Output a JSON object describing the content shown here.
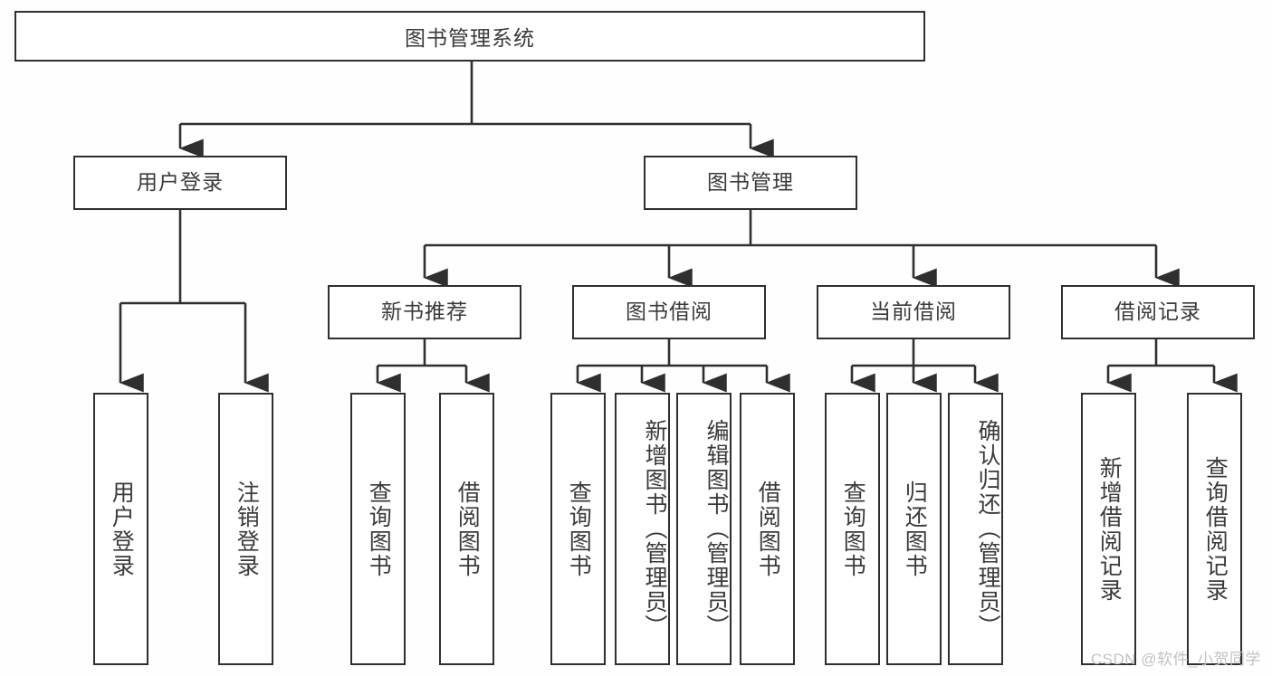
{
  "diagram": {
    "title": "图书管理系统",
    "type": "tree-hierarchy-diagram",
    "colors": {
      "background": "#fefefe",
      "box_border": "#2f2f2f",
      "box_fill": "#ffffff",
      "text": "#3a3a3a",
      "connector": "#2f2f2f",
      "watermark": "#c2c2c2"
    },
    "root": {
      "label": "图书管理系统"
    },
    "level2": [
      {
        "label": "用户登录"
      },
      {
        "label": "图书管理"
      }
    ],
    "level3": [
      {
        "label": "新书推荐"
      },
      {
        "label": "图书借阅"
      },
      {
        "label": "当前借阅"
      },
      {
        "label": "借阅记录"
      }
    ],
    "leaves": {
      "user_login": [
        {
          "label": "用户登录"
        },
        {
          "label": "注销登录"
        }
      ],
      "new_book_recommend": [
        {
          "label": "查询图书"
        },
        {
          "label": "借阅图书"
        }
      ],
      "book_borrow": [
        {
          "label": "查询图书"
        },
        {
          "label": "新增图书（管理员）"
        },
        {
          "label": "编辑图书（管理员）"
        },
        {
          "label": "借阅图书"
        }
      ],
      "current_borrow": [
        {
          "label": "查询图书"
        },
        {
          "label": "归还图书"
        },
        {
          "label": "确认归还（管理员）"
        }
      ],
      "borrow_record": [
        {
          "label": "新增借阅记录"
        },
        {
          "label": "查询借阅记录"
        }
      ]
    },
    "watermark": "CSDN @软件_小贺同学"
  }
}
